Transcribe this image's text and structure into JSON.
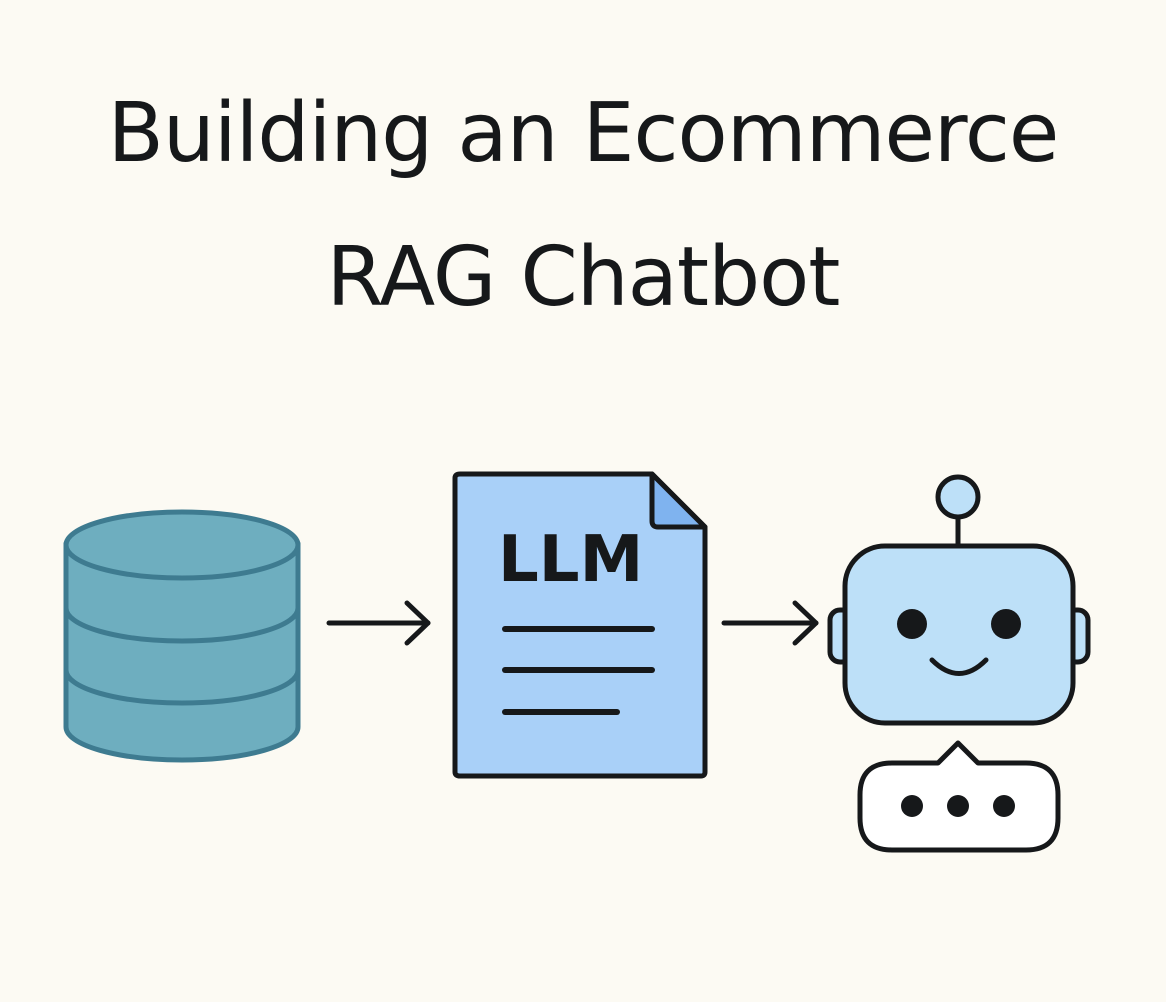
{
  "title": {
    "line1": "Building an Ecommerce",
    "line2": "RAG Chatbot"
  },
  "diagram": {
    "nodes": [
      {
        "id": "database",
        "icon": "database-icon"
      },
      {
        "id": "document",
        "icon": "document-icon",
        "label": "LLM"
      },
      {
        "id": "chatbot",
        "icon": "robot-icon"
      }
    ],
    "arrows": [
      {
        "from": "database",
        "to": "document",
        "icon": "arrow-right-icon"
      },
      {
        "from": "document",
        "to": "chatbot",
        "icon": "arrow-right-icon"
      }
    ],
    "speech_bubble_icon": "speech-bubble-icon"
  },
  "colors": {
    "background": "#fcfaf3",
    "outline": "#16181a",
    "database_fill": "#6eaebf",
    "database_stroke": "#3e7b90",
    "document_fill": "#a9d0f8",
    "document_fold": "#7fb3ef",
    "robot_fill": "#bde0f8",
    "bubble_fill": "#ffffff"
  }
}
